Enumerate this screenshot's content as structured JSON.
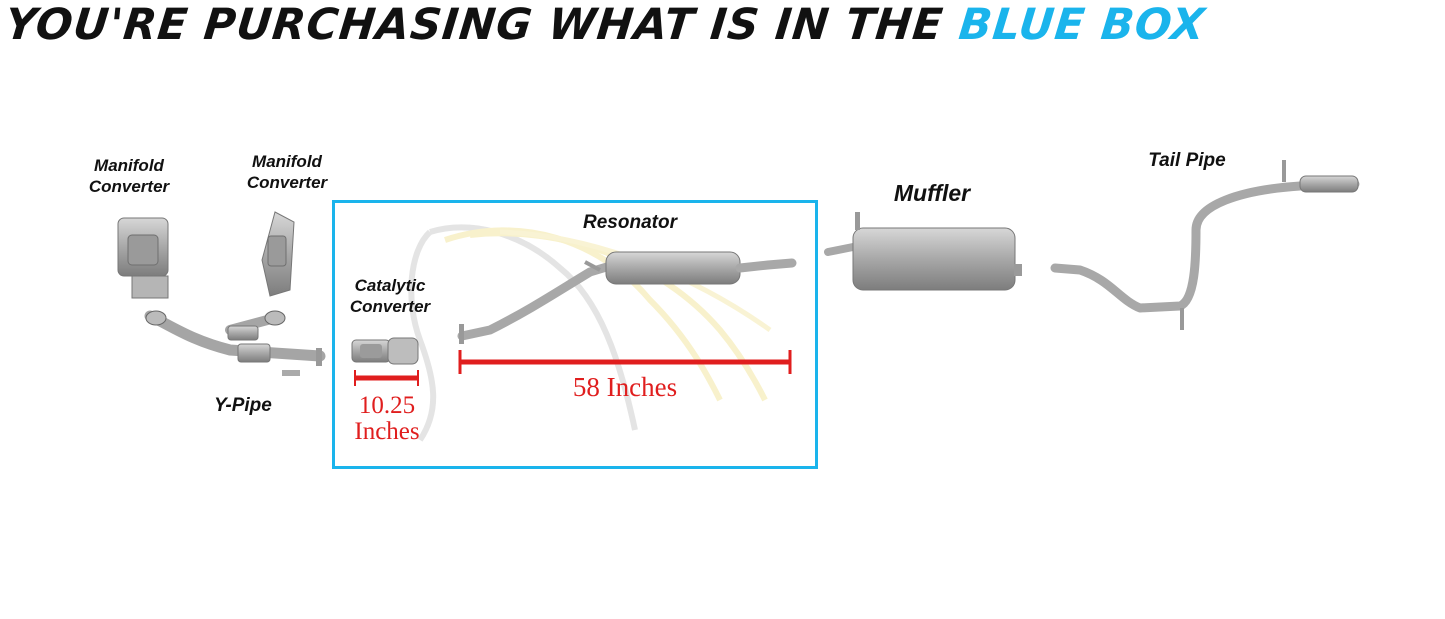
{
  "header": {
    "text_main": "YOU'RE PURCHASING WHAT IS IN THE",
    "text_accent": "BLUE BOX"
  },
  "labels": {
    "manifold_1_line1": "Manifold",
    "manifold_1_line2": "Converter",
    "manifold_2_line1": "Manifold",
    "manifold_2_line2": "Converter",
    "ypipe": "Y-Pipe",
    "catalytic_line1": "Catalytic",
    "catalytic_line2": "Converter",
    "resonator": "Resonator",
    "muffler": "Muffler",
    "tailpipe": "Tail Pipe"
  },
  "measurements": {
    "catalytic_value": "10.25",
    "catalytic_unit": "Inches",
    "resonator_pipe": "58 Inches"
  },
  "colors": {
    "accent": "#1ab4ec",
    "measure": "#e01e1e",
    "text": "#111111",
    "part_metal": "#a9a9a9"
  }
}
